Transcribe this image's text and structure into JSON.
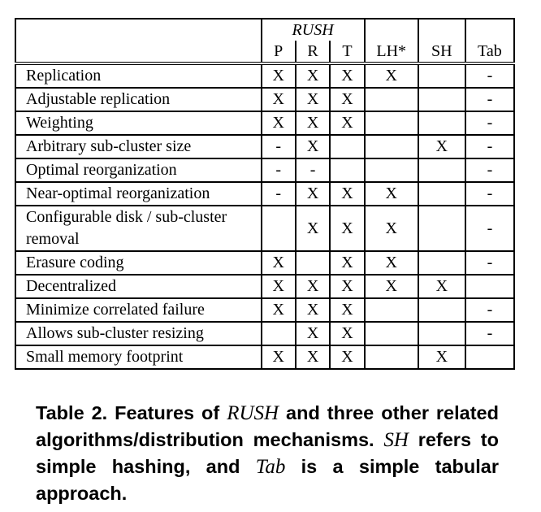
{
  "table": {
    "group_header": "RUSH",
    "columns": [
      "P",
      "R",
      "T",
      "LH*",
      "SH",
      "Tab"
    ],
    "rows": [
      {
        "feature": "Replication",
        "cells": [
          "X",
          "X",
          "X",
          "X",
          "",
          "-"
        ]
      },
      {
        "feature": "Adjustable replication",
        "cells": [
          "X",
          "X",
          "X",
          "",
          "",
          "-"
        ]
      },
      {
        "feature": "Weighting",
        "cells": [
          "X",
          "X",
          "X",
          "",
          "",
          "-"
        ]
      },
      {
        "feature": "Arbitrary sub-cluster size",
        "cells": [
          "-",
          "X",
          "",
          "",
          "X",
          "-"
        ]
      },
      {
        "feature": "Optimal reorganization",
        "cells": [
          "-",
          "-",
          "",
          "",
          "",
          "-"
        ]
      },
      {
        "feature": "Near-optimal reorganization",
        "cells": [
          "-",
          "X",
          "X",
          "X",
          "",
          "-"
        ]
      },
      {
        "feature": "Configurable disk / sub-cluster removal",
        "cells": [
          "",
          "X",
          "X",
          "X",
          "",
          "-"
        ]
      },
      {
        "feature": "Erasure coding",
        "cells": [
          "X",
          "",
          "X",
          "X",
          "",
          "-"
        ]
      },
      {
        "feature": "Decentralized",
        "cells": [
          "X",
          "X",
          "X",
          "X",
          "X",
          ""
        ]
      },
      {
        "feature": "Minimize correlated failure",
        "cells": [
          "X",
          "X",
          "X",
          "",
          "",
          "-"
        ]
      },
      {
        "feature": "Allows sub-cluster resizing",
        "cells": [
          "",
          "X",
          "X",
          "",
          "",
          "-"
        ]
      },
      {
        "feature": "Small memory footprint",
        "cells": [
          "X",
          "X",
          "X",
          "",
          "X",
          ""
        ]
      }
    ]
  },
  "caption": {
    "part1": "Table 2. Features of ",
    "rush": "RUSH",
    "part2": " and three other related algorithms/distribution mechanisms. ",
    "sh": "SH",
    "part3": " refers to simple hashing, and ",
    "tab": "Tab",
    "part4": " is a simple tabular approach."
  }
}
